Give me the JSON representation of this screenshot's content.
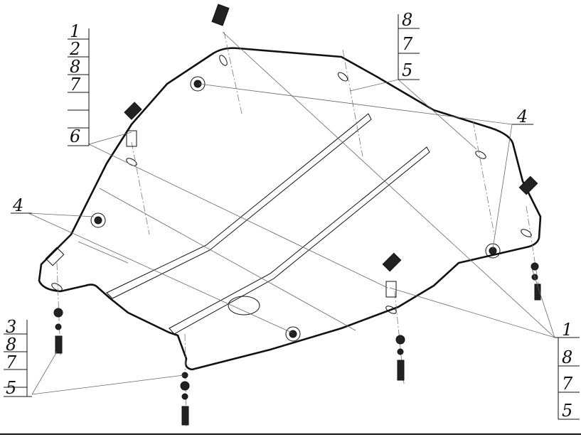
{
  "title": "Underbody protection plate assembly drawing",
  "callouts": {
    "top_left_stack": [
      "1",
      "2",
      "8",
      "7",
      "6"
    ],
    "left_mid": "4",
    "bottom_left_stack": [
      "3",
      "8",
      "7",
      "5"
    ],
    "top_right_stack": [
      "8",
      "7",
      "5"
    ],
    "right_mid": "4",
    "bottom_right_stack": [
      "1",
      "8",
      "7",
      "5"
    ]
  }
}
